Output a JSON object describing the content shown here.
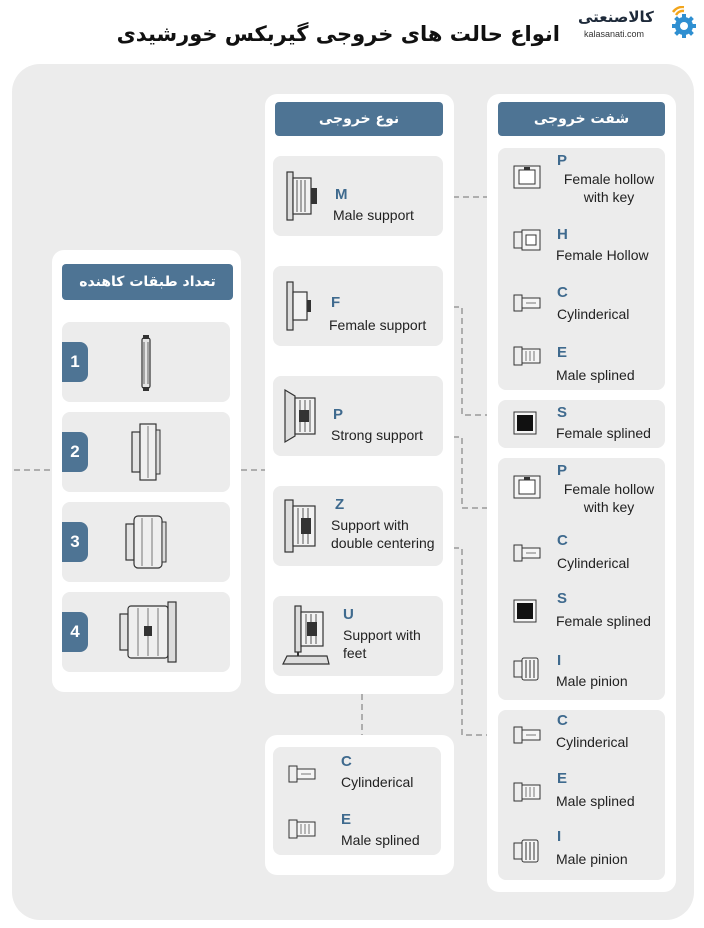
{
  "title": "انواع حالت های خروجی گیربکس خورشیدی",
  "logo": {
    "name": "کالاصنعتی",
    "url": "kalasanati.com"
  },
  "columns": {
    "stages": "تعداد طبقات کاهنده",
    "output_type": "نوع خروجی",
    "output_shaft": "شفت خروجی"
  },
  "stages": [
    "1",
    "2",
    "3",
    "4"
  ],
  "output_types": [
    {
      "code": "M",
      "label": "Male support"
    },
    {
      "code": "F",
      "label": "Female support"
    },
    {
      "code": "P",
      "label": "Strong support"
    },
    {
      "code": "Z",
      "label": "Support with double centering"
    },
    {
      "code": "U",
      "label": "Support with feet"
    }
  ],
  "u_shafts": [
    {
      "code": "C",
      "label": "Cylinderical"
    },
    {
      "code": "E",
      "label": "Male splined"
    }
  ],
  "shaft_group_m": [
    {
      "code": "P",
      "label": "Female hollow with key"
    },
    {
      "code": "H",
      "label": "Female Hollow"
    },
    {
      "code": "C",
      "label": "Cylinderical"
    },
    {
      "code": "E",
      "label": "Male splined"
    }
  ],
  "shaft_group_f": [
    {
      "code": "S",
      "label": "Female splined"
    }
  ],
  "shaft_group_p": [
    {
      "code": "P",
      "label": "Female hollow with key"
    },
    {
      "code": "C",
      "label": "Cylinderical"
    },
    {
      "code": "S",
      "label": "Female splined"
    },
    {
      "code": "I",
      "label": "Male pinion"
    }
  ],
  "shaft_group_z": [
    {
      "code": "C",
      "label": "Cylinderical"
    },
    {
      "code": "E",
      "label": "Male splined"
    },
    {
      "code": "I",
      "label": "Male pinion"
    }
  ]
}
